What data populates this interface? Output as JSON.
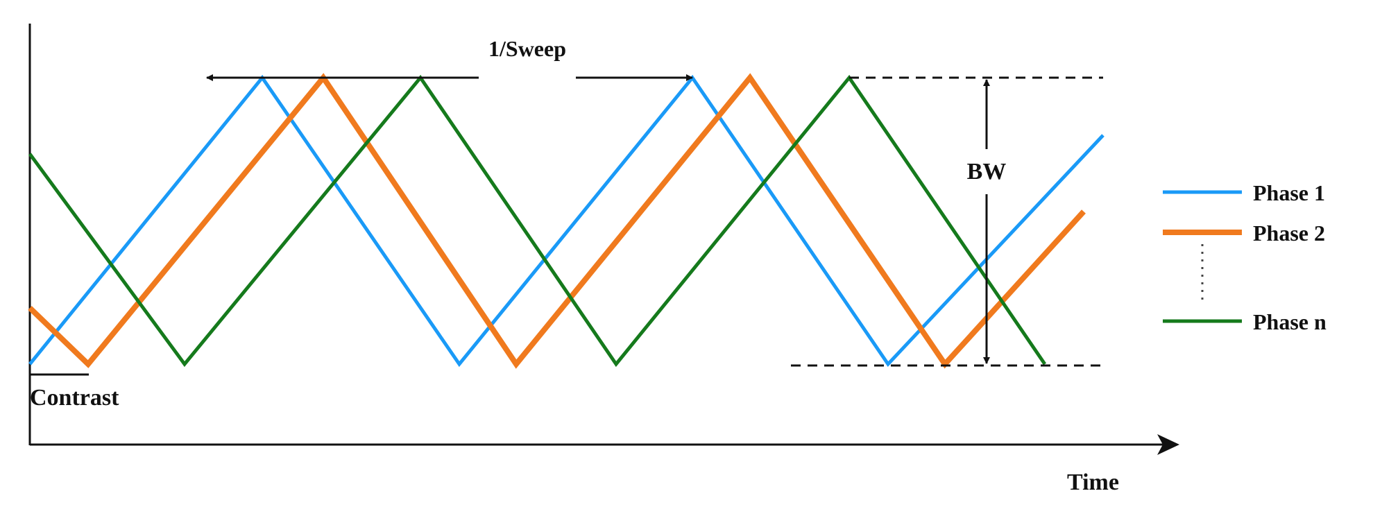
{
  "labels": {
    "sweep": "1/Sweep",
    "bandwidth": "BW",
    "contrast": "Contrast",
    "time_axis": "Time"
  },
  "legend": {
    "items": [
      {
        "name": "Phase 1",
        "color": "#1a9af7"
      },
      {
        "name": "Phase 2",
        "color": "#f07a1e"
      },
      {
        "name": "Phase n",
        "color": "#157a1c"
      }
    ],
    "ellipsis_between_items": true
  },
  "waveform": {
    "shape": "triangular",
    "phases_shown": 3
  }
}
